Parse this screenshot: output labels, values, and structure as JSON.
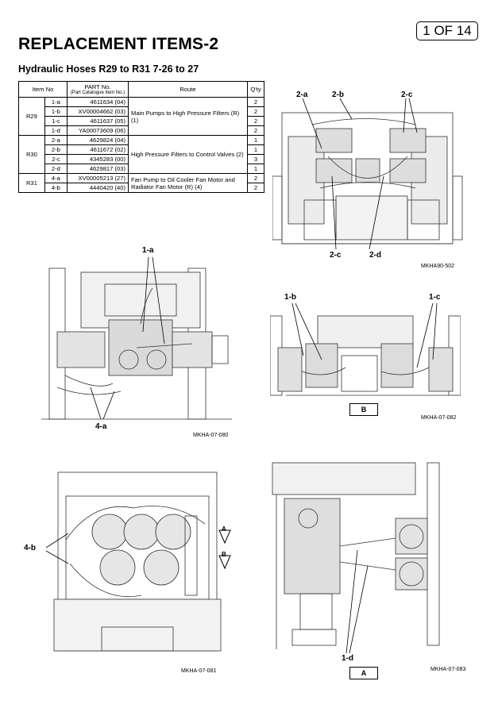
{
  "page_badge": "1 OF 14",
  "title": "REPLACEMENT ITEMS-2",
  "subtitle": "Hydraulic Hoses R29 to R31 7-26 to 27",
  "table": {
    "headers": {
      "item_no": "Item No",
      "part_no": "PART No.",
      "part_no_sub": "(Part Catalogue Item No.)",
      "route": "Route",
      "qty": "Q'ty"
    },
    "groups": [
      {
        "group": "R29",
        "route": "Main Pumps to High Pressure Filters (R) (1)",
        "rows": [
          {
            "item": "1-a",
            "part": "4611634 (04)",
            "qty": "2"
          },
          {
            "item": "1-b",
            "part": "XV00004662 (03)",
            "qty": "2"
          },
          {
            "item": "1-c",
            "part": "4611637 (05)",
            "qty": "2"
          },
          {
            "item": "1-d",
            "part": "YA00073609 (06)",
            "qty": "2"
          }
        ]
      },
      {
        "group": "R30",
        "route": "High Pressure Filters to Control Valves (2)",
        "rows": [
          {
            "item": "2-a",
            "part": "4629824 (04)",
            "qty": "1"
          },
          {
            "item": "2-b",
            "part": "4611672 (02)",
            "qty": "1"
          },
          {
            "item": "2-c",
            "part": "4345283 (00)",
            "qty": "3"
          },
          {
            "item": "2-d",
            "part": "4629817 (03)",
            "qty": "1"
          }
        ]
      },
      {
        "group": "R31",
        "route": "Fan Pump to Oil Cooler Fan Motor and Radiator Fan Motor (R) (4)",
        "rows": [
          {
            "item": "4-a",
            "part": "XV00005213 (27)",
            "qty": "2"
          },
          {
            "item": "4-b",
            "part": "4440420 (40)",
            "qty": "2"
          }
        ]
      }
    ]
  },
  "figures": {
    "fig502": {
      "code": "MKHA90-502",
      "callouts": [
        "2-a",
        "2-b",
        "2-c",
        "2-c",
        "2-d"
      ]
    },
    "fig080": {
      "code": "MKHA-07-080",
      "callouts": [
        "1-a",
        "4-a"
      ]
    },
    "fig082": {
      "code": "MKHA-07-082",
      "callouts": [
        "1-b",
        "1-c"
      ],
      "view": "B"
    },
    "fig081": {
      "code": "MKHA-07-081",
      "callouts": [
        "4-b"
      ],
      "markers": [
        "A",
        "B"
      ]
    },
    "fig083": {
      "code": "MKHA-07-083",
      "callouts": [
        "1-d"
      ],
      "view": "A"
    }
  }
}
